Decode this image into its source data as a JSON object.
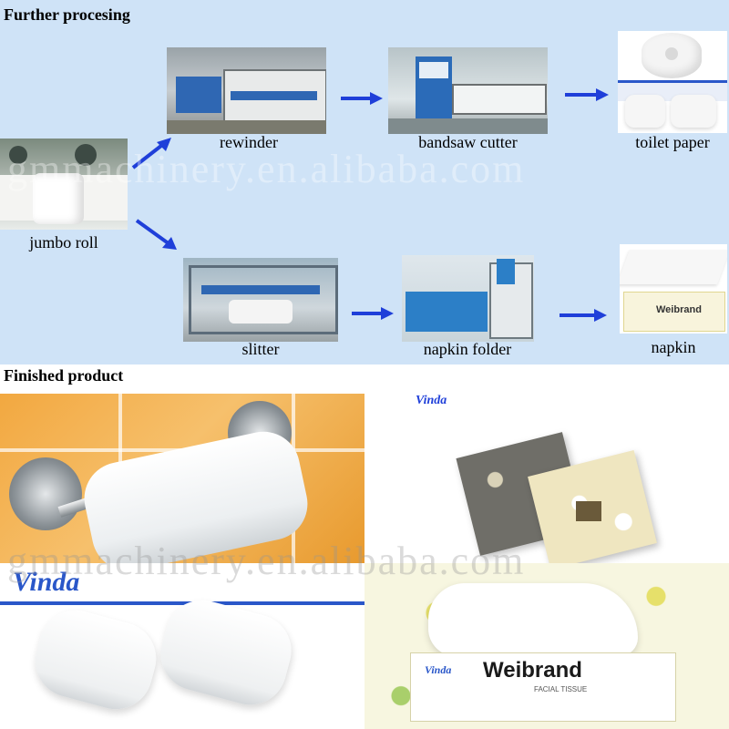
{
  "sections": {
    "further_processing": "Further procesing",
    "finished_product": "Finished product"
  },
  "process_steps": {
    "jumbo_roll": "jumbo roll",
    "rewinder": "rewinder",
    "bandsaw_cutter": "bandsaw cutter",
    "toilet_paper": "toilet paper",
    "slitter": "slitter",
    "napkin_folder": "napkin folder",
    "napkin": "napkin"
  },
  "watermark": "gmmachinery.en.alibaba.com",
  "product_brands": {
    "vinda": "Vinda",
    "weibrand": "Weibrand",
    "facial_tissue": "FACIAL TISSUE"
  },
  "colors": {
    "panel_background": "#cfe3f7",
    "arrow": "#1f3fd9"
  },
  "icons": [
    "arrow-right-icon",
    "arrow-down-right-icon",
    "arrow-up-right-icon"
  ]
}
